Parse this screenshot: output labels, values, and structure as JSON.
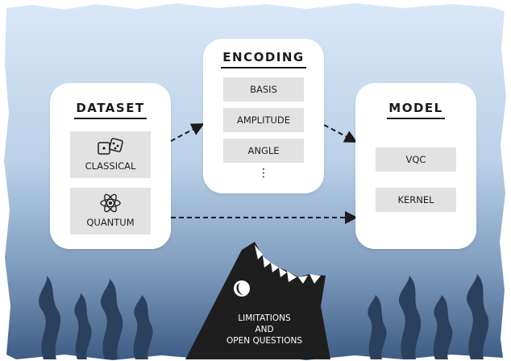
{
  "colors": {
    "sky_top": "#d7e7f6",
    "sky_bottom": "#3f5f87",
    "card": "#ffffff",
    "item": "#e2e2e2",
    "text": "#1b1b1b",
    "shark": "#1e1e1e",
    "seaweed": "#2a3f5a"
  },
  "dataset": {
    "title": "DATASET",
    "items": [
      {
        "label": "CLASSICAL",
        "icon": "dice-icon"
      },
      {
        "label": "QUANTUM",
        "icon": "atom-icon"
      }
    ]
  },
  "encoding": {
    "title": "ENCODING",
    "items": [
      "BASIS",
      "AMPLITUDE",
      "ANGLE"
    ],
    "more": "⋮"
  },
  "model": {
    "title": "MODEL",
    "items": [
      "VQC",
      "KERNEL"
    ]
  },
  "limitations": {
    "lines": [
      "LIMITATIONS",
      "AND",
      "OPEN QUESTIONS"
    ],
    "icon": "moon-icon"
  }
}
